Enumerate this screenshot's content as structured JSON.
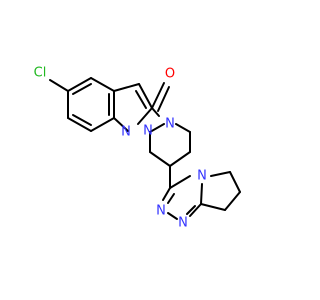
{
  "colors": {
    "background": "#ffffff",
    "bond": "#000000",
    "carbon": "#000000",
    "nitrogen": "#3333ff",
    "oxygen": "#ff0000",
    "chlorine": "#1fb81f"
  },
  "atoms": [
    {
      "id": "Cl",
      "label": "Cl",
      "element": "chlorine"
    },
    {
      "id": "O",
      "label": "O",
      "element": "oxygen"
    },
    {
      "id": "N1",
      "label": "N",
      "element": "nitrogen"
    },
    {
      "id": "N2",
      "label": "N",
      "element": "nitrogen"
    },
    {
      "id": "Npip",
      "label": "N",
      "element": "nitrogen"
    },
    {
      "id": "Ntr1",
      "label": "N",
      "element": "nitrogen"
    },
    {
      "id": "Ntr2",
      "label": "N",
      "element": "nitrogen"
    },
    {
      "id": "Ntr3",
      "label": "N",
      "element": "nitrogen"
    }
  ]
}
